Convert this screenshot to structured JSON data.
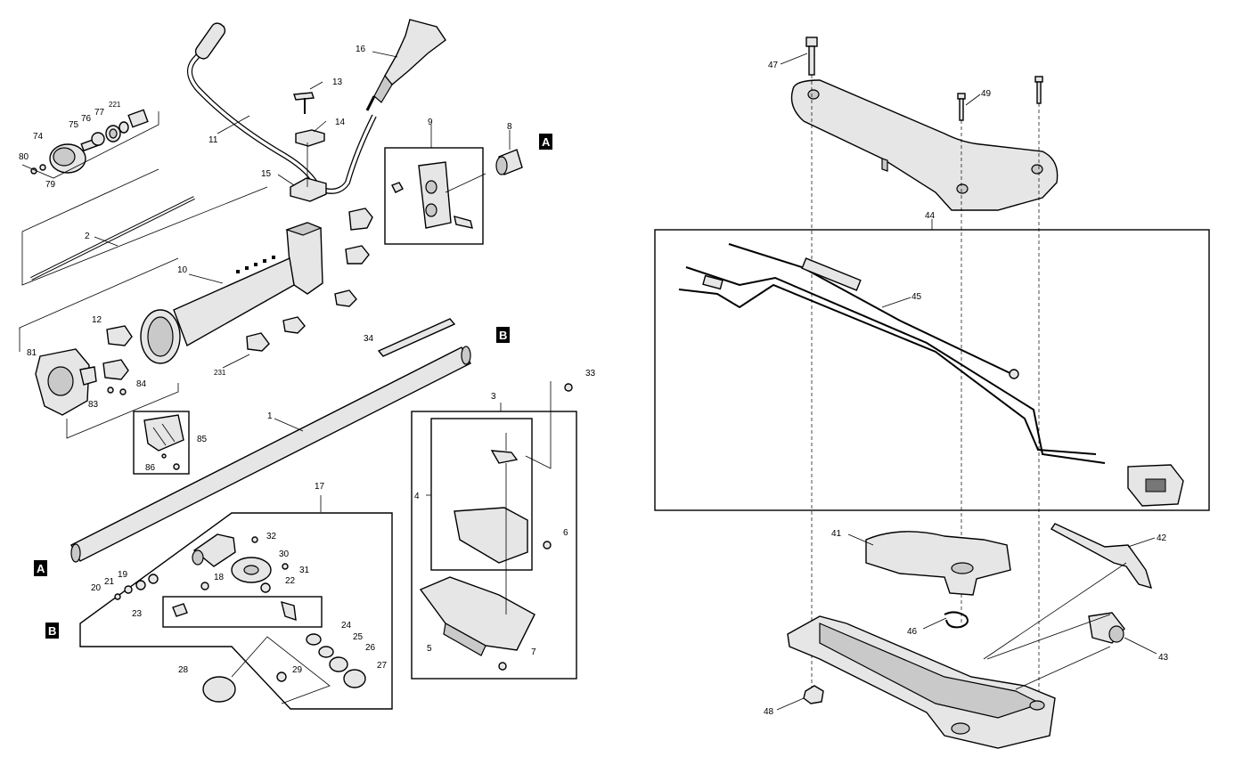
{
  "part_labels": {
    "p1": "1",
    "p2": "2",
    "p3": "3",
    "p4": "4",
    "p5": "5",
    "p6": "6",
    "p7": "7",
    "p8": "8",
    "p9": "9",
    "p10": "10",
    "p11": "11",
    "p12": "12",
    "p13": "13",
    "p14": "14",
    "p15": "15",
    "p16": "16",
    "p17": "17",
    "p18": "18",
    "p19": "19",
    "p20": "20",
    "p21": "21",
    "p22": "22",
    "p23": "23",
    "p24": "24",
    "p25": "25",
    "p26": "26",
    "p27": "27",
    "p28": "28",
    "p29": "29",
    "p30": "30",
    "p31": "31",
    "p32": "32",
    "p33": "33",
    "p34": "34",
    "p41": "41",
    "p42": "42",
    "p43": "43",
    "p44": "44",
    "p45": "45",
    "p46": "46",
    "p47": "47",
    "p48": "48",
    "p49": "49",
    "p74": "74",
    "p75": "75",
    "p76": "76",
    "p77": "77",
    "p79": "79",
    "p80": "80",
    "p81": "81",
    "p83": "83",
    "p84": "84",
    "p85": "85",
    "p86": "86",
    "p221": "221",
    "p231": "231"
  },
  "reference_markers": {
    "a_upper": "A",
    "a_lower": "A",
    "b_upper": "B",
    "b_lower": "B"
  }
}
